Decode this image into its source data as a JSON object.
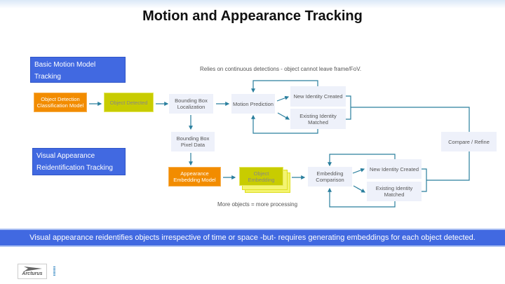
{
  "title": "Motion and Appearance Tracking",
  "sections": {
    "motion": {
      "line1": "Basic Motion Model",
      "line2": "Tracking"
    },
    "appearance": {
      "line1": "Visual Appearance",
      "line2": "Reidentification  Tracking"
    }
  },
  "notes": {
    "relies": "Relies on continuous detections - object cannot leave frame/FoV.",
    "more_objects": "More objects = more processing"
  },
  "nodes": {
    "detection_model": "Object Detection Classification Model",
    "object_detected": "Object Detected",
    "bbox_localization": "Bounding Box Localization",
    "motion_prediction": "Motion Prediction",
    "new_identity_1": "New Identity Created",
    "existing_identity_1": "Existing Identity Matched",
    "bbox_pixel": "Bounding Box Pixel Data",
    "appearance_model": "Appearance Embedding Model",
    "object_embedding": "Object Embedding",
    "embedding_comparison": "Embedding Comparison",
    "new_identity_2": "New Identity Created",
    "existing_identity_2": "Existing Identity Matched",
    "compare_refine": "Compare / Refine"
  },
  "banner": "Visual appearance reidentifies objects irrespective of time or space -but- requires generating embeddings for each object detected.",
  "logo": {
    "text": "Arcturus"
  },
  "colors": {
    "section": "#4169e1",
    "orange": "#f28c00",
    "yellow": "#c8cc00",
    "light": "#eef1fa",
    "connector": "#2a7f9e"
  }
}
